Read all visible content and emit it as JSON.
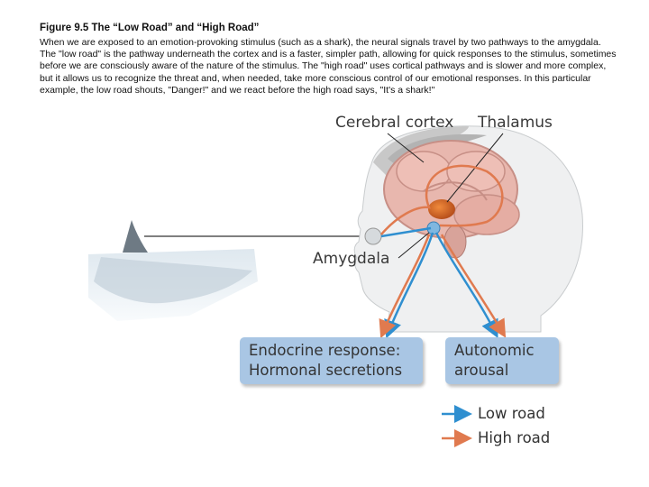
{
  "figure": {
    "title": "Figure 9.5   The “Low Road” and “High Road”",
    "caption": "When we are exposed to an emotion-provoking stimulus (such as a shark), the neural signals travel by two pathways to the amygdala. The \"low road\" is the pathway underneath the cortex and is a faster, simpler path, allowing for quick responses to the stimulus, sometimes before we are consciously aware of the nature of the stimulus. The \"high road\" uses cortical pathways and is slower and more complex, but it allows us to recognize the threat and, when needed, take more conscious control of our emotional responses. In this particular example, the low road shouts, \"Danger!\" and we react before the high road says, \"It's a shark!\""
  },
  "labels": {
    "cerebral_cortex": "Cerebral cortex",
    "thalamus": "Thalamus",
    "amygdala": "Amygdala"
  },
  "responses": {
    "endocrine_line1": "Endocrine response:",
    "endocrine_line2": "Hormonal secretions",
    "autonomic_line1": "Autonomic",
    "autonomic_line2": "arousal"
  },
  "legend": {
    "low_road": "Low road",
    "high_road": "High road"
  },
  "colors": {
    "low_road": "#2f8fd0",
    "high_road": "#e07a4f",
    "response_box": "#a9c6e4"
  }
}
